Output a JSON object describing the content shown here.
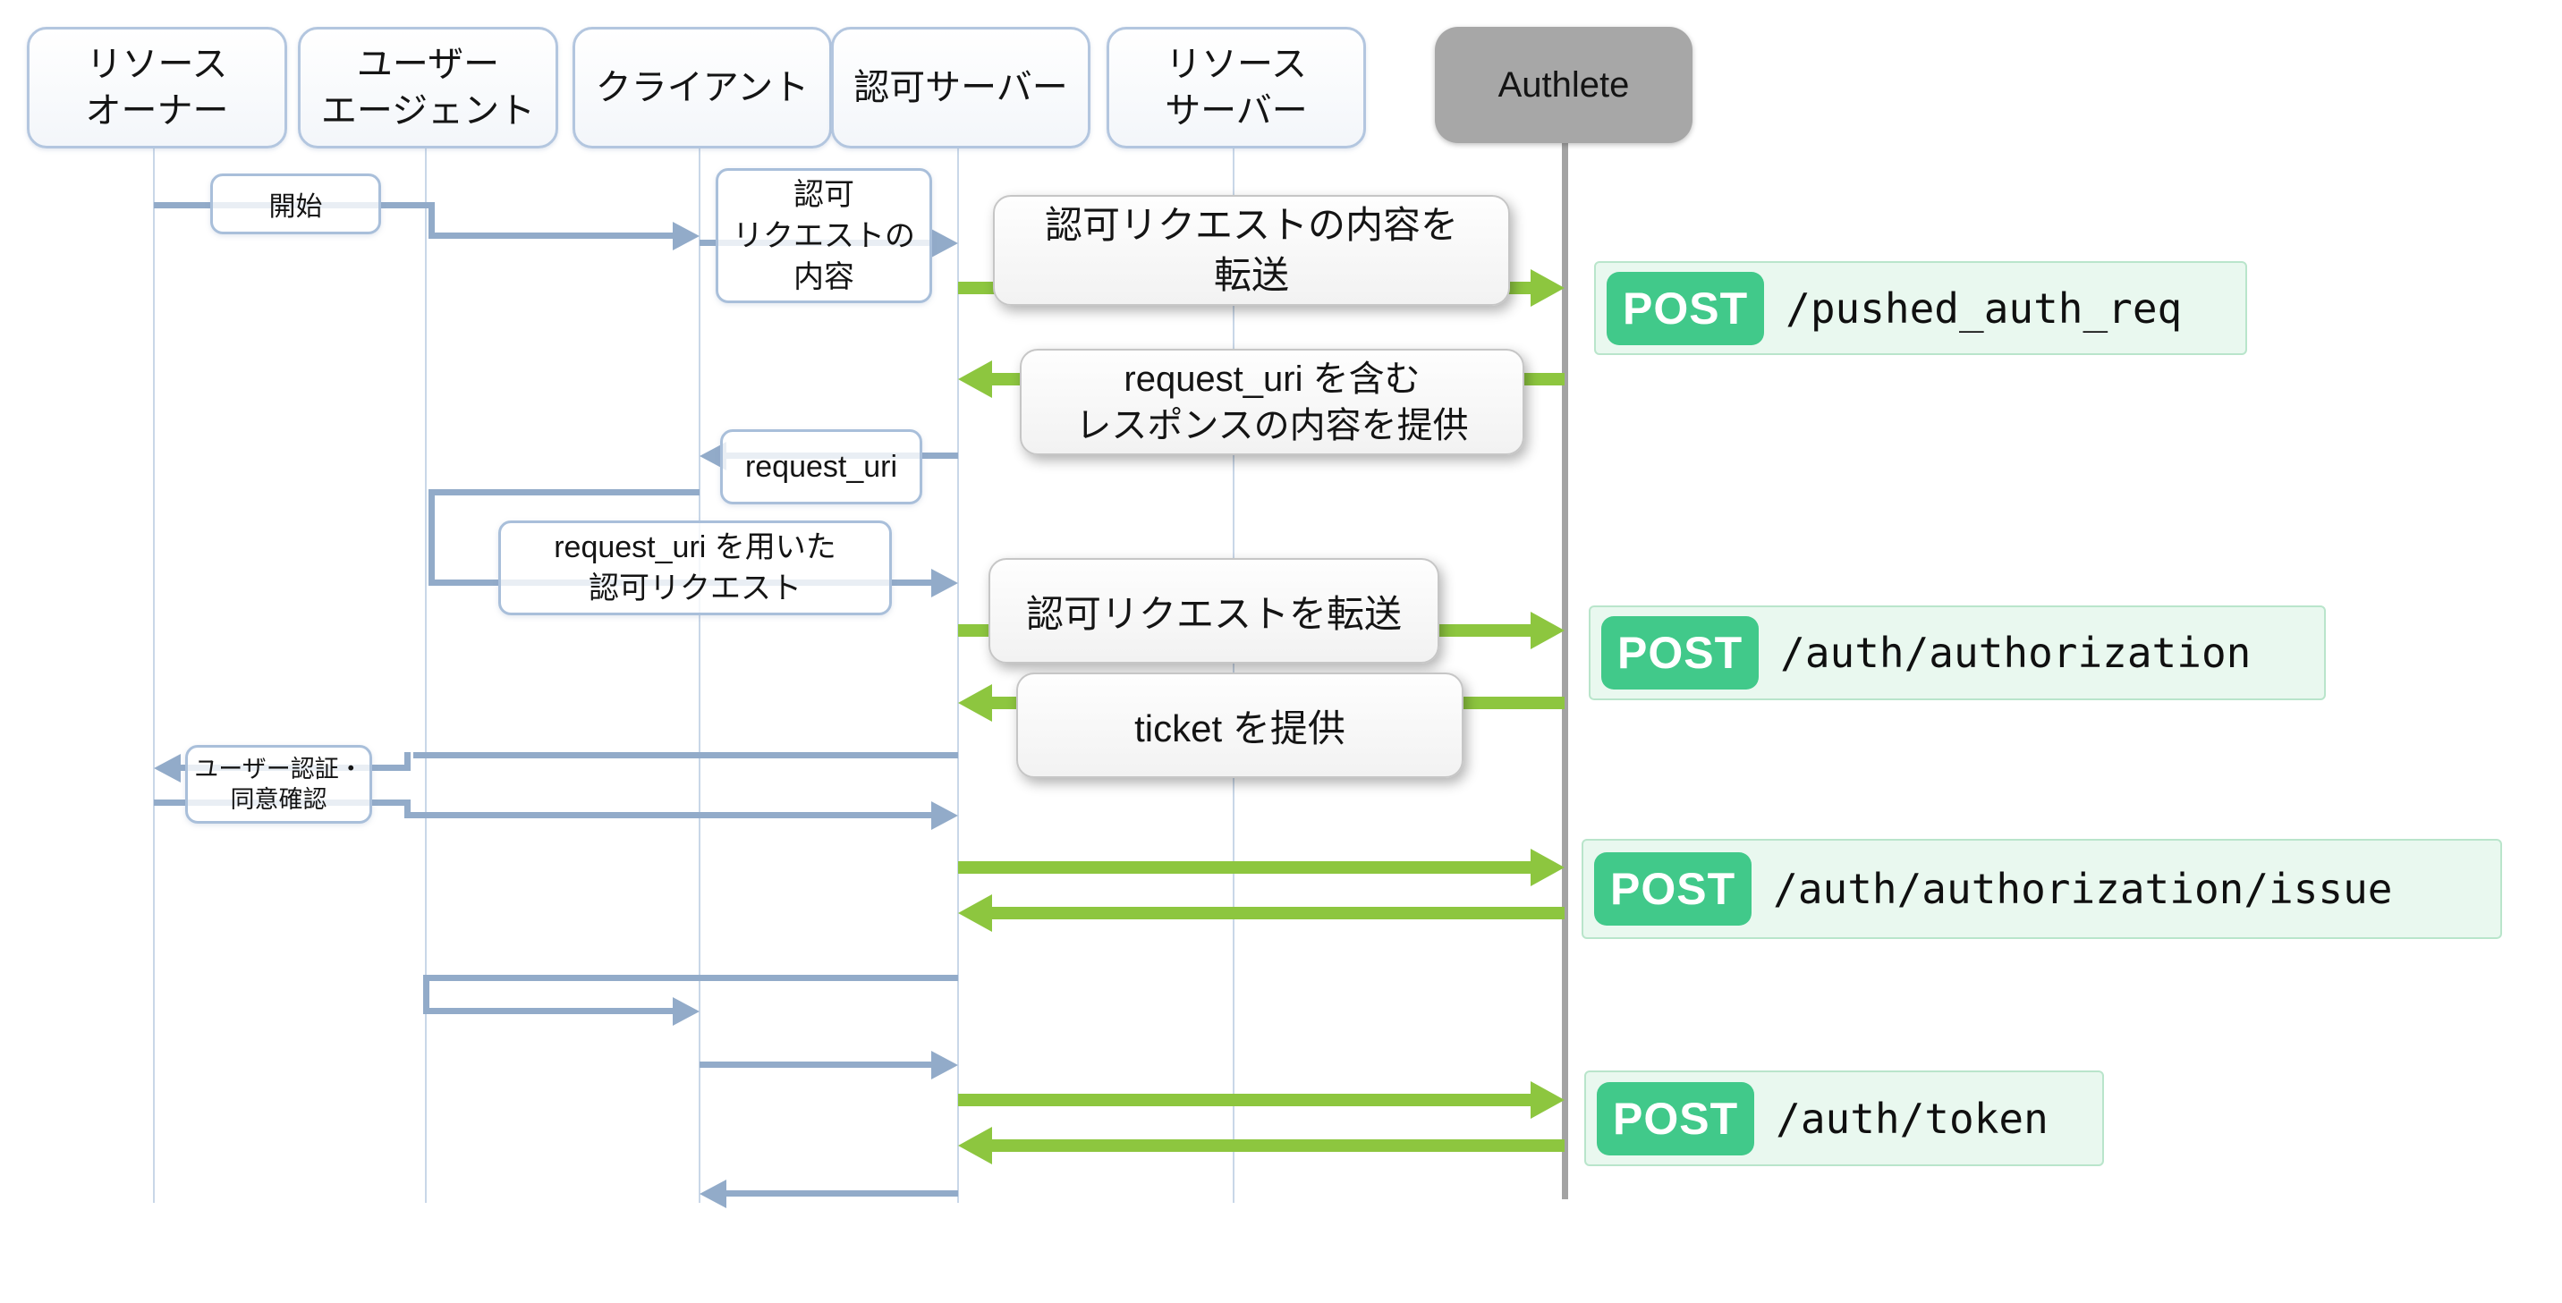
{
  "diagram": {
    "participants": [
      {
        "id": "resource-owner",
        "line1": "リソース",
        "line2": "オーナー"
      },
      {
        "id": "user-agent",
        "line1": "ユーザー",
        "line2": "エージェント"
      },
      {
        "id": "client",
        "line1": "クライアント"
      },
      {
        "id": "authorization-server",
        "line1": "認可サーバー"
      },
      {
        "id": "resource-server",
        "line1": "リソース",
        "line2": "サーバー"
      },
      {
        "id": "authlete",
        "line1": "Authlete"
      }
    ],
    "messages": {
      "start": "開始",
      "authz_request_content": {
        "l1": "認可",
        "l2": "リクエストの",
        "l3": "内容"
      },
      "forward_request_content": {
        "l1": "認可リクエストの内容を",
        "l2": "転送"
      },
      "response_with_request_uri": {
        "l1": "request_uri を含む",
        "l2": "レスポンスの内容を提供"
      },
      "request_uri": "request_uri",
      "authz_request_with_request_uri": {
        "l1": "request_uri を用いた",
        "l2": "認可リクエスト"
      },
      "forward_authz_request": "認可リクエストを転送",
      "provide_ticket": "ticket を提供",
      "user_auth_consent": {
        "l1": "ユーザー認証・",
        "l2": "同意確認"
      }
    },
    "api_calls": [
      {
        "method": "POST",
        "path": "/pushed_auth_req"
      },
      {
        "method": "POST",
        "path": "/auth/authorization"
      },
      {
        "method": "POST",
        "path": "/auth/authorization/issue"
      },
      {
        "method": "POST",
        "path": "/auth/token"
      }
    ],
    "colors": {
      "blue_arrow": "#92abc9",
      "green_arrow": "#8dc63f",
      "lifeline_blue": "#c9d7e8",
      "lifeline_gray": "#a3a3a3",
      "box_border_blue": "#a9bfda",
      "box_border_gray": "#c6c6c6",
      "participant_border": "#b3c6df",
      "authlete_bg": "#a7a7a7",
      "badge_bg": "#e9f8ef",
      "badge_border": "#b9e5cb",
      "method_chip": "#41c98a"
    }
  }
}
